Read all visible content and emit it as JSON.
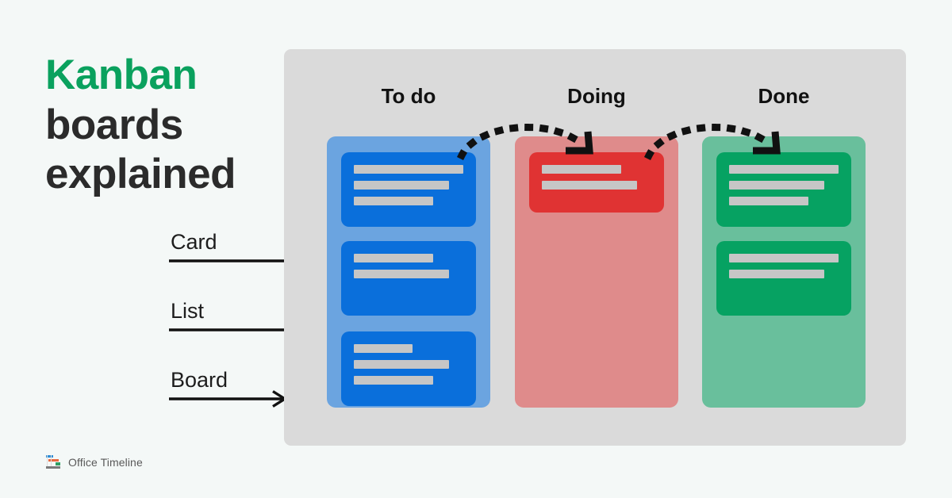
{
  "page": {
    "background_color": "#f4f8f7",
    "headline_highlight": "Kanban",
    "headline_rest_line1": "boards",
    "headline_rest_line2": "explained"
  },
  "colors": {
    "accent_green": "#0aa15e",
    "headline_dark": "#2b2b2b",
    "board_bg": "#dadada",
    "column_blue": "#6ba4e0",
    "column_red": "#df8b8b",
    "column_green": "#69bf9c",
    "card_blue": "#0a6fdb",
    "card_red": "#e03333",
    "card_green": "#06a262",
    "card_line": "#c6c6c6",
    "arrow_black": "#111111"
  },
  "callouts": [
    {
      "label": "Card",
      "points_to": "card"
    },
    {
      "label": "List",
      "points_to": "list"
    },
    {
      "label": "Board",
      "points_to": "board"
    }
  ],
  "board": {
    "columns": [
      {
        "id": "todo",
        "header": "To do",
        "color": "blue",
        "cards": [
          {
            "lines": [
              "w-xl",
              "w-l",
              "w-m"
            ]
          },
          {
            "lines": [
              "w-m",
              "w-l"
            ]
          },
          {
            "lines": [
              "w-s",
              "w-l",
              "w-m"
            ]
          }
        ]
      },
      {
        "id": "doing",
        "header": "Doing",
        "color": "red",
        "cards": [
          {
            "lines": [
              "w-m",
              "w-l"
            ]
          }
        ]
      },
      {
        "id": "done",
        "header": "Done",
        "color": "green",
        "cards": [
          {
            "lines": [
              "w-xl",
              "w-l",
              "w-m"
            ]
          },
          {
            "lines": [
              "w-xl",
              "w-l"
            ]
          }
        ]
      }
    ],
    "flow_arrows": [
      {
        "from": "todo",
        "to": "doing",
        "style": "dotted-curve"
      },
      {
        "from": "doing",
        "to": "done",
        "style": "dotted-curve"
      }
    ]
  },
  "footer": {
    "brand": "Office Timeline",
    "logo_icon": "gantt-chart-icon"
  }
}
